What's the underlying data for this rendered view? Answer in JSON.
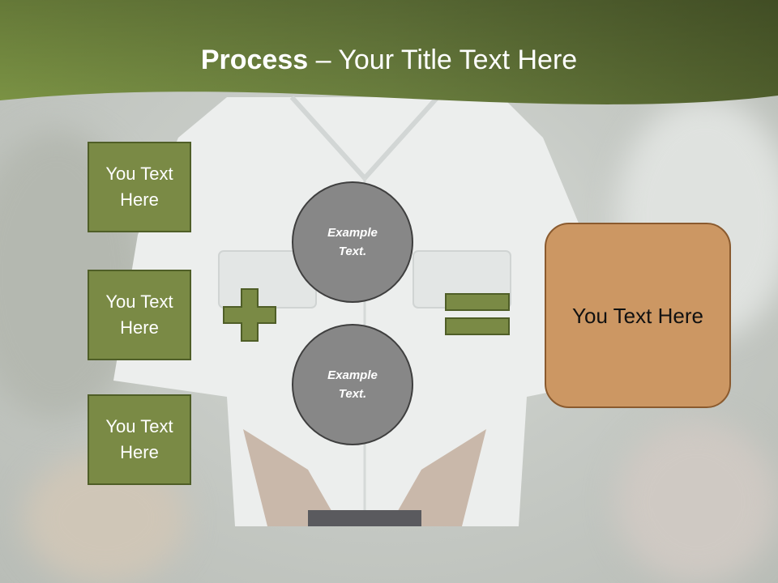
{
  "title": {
    "bold": "Process",
    "rest": " – Your Title Text Here"
  },
  "boxes": [
    {
      "label": "You Text Here"
    },
    {
      "label": "You Text Here"
    },
    {
      "label": "You Text Here"
    }
  ],
  "circles": [
    {
      "label": "Example Text."
    },
    {
      "label": "Example Text."
    }
  ],
  "result": {
    "label": "You Text Here"
  },
  "symbols": {
    "plus": "plus-icon",
    "equals": "equals-icon"
  },
  "colors": {
    "header_green": "#6f8040",
    "box_green": "#7a8a45",
    "circle_gray": "#878787",
    "result_orange": "#cc9763"
  }
}
